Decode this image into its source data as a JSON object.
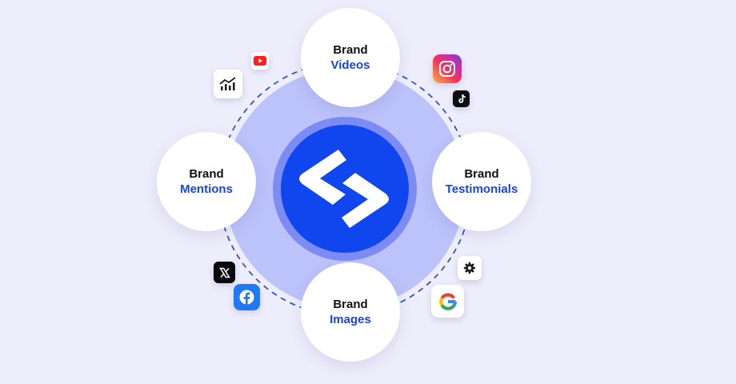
{
  "nodes": {
    "top": {
      "line1": "Brand",
      "line2": "Videos"
    },
    "left": {
      "line1": "Brand",
      "line2": "Mentions"
    },
    "right": {
      "line1": "Brand",
      "line2": "Testimonials"
    },
    "bottom": {
      "line1": "Brand",
      "line2": "Images"
    }
  },
  "colors": {
    "background": "#eeedfb",
    "accent": "#1a44e6",
    "inner_disc": "#bcc2fa",
    "hub": "#1046ee",
    "hub_ring": "#7d8cf4"
  },
  "icons": [
    "youtube-icon",
    "analytics-icon",
    "instagram-icon",
    "tiktok-icon",
    "x-icon",
    "facebook-icon",
    "settings-icon",
    "google-icon",
    "brand-logo-icon"
  ]
}
